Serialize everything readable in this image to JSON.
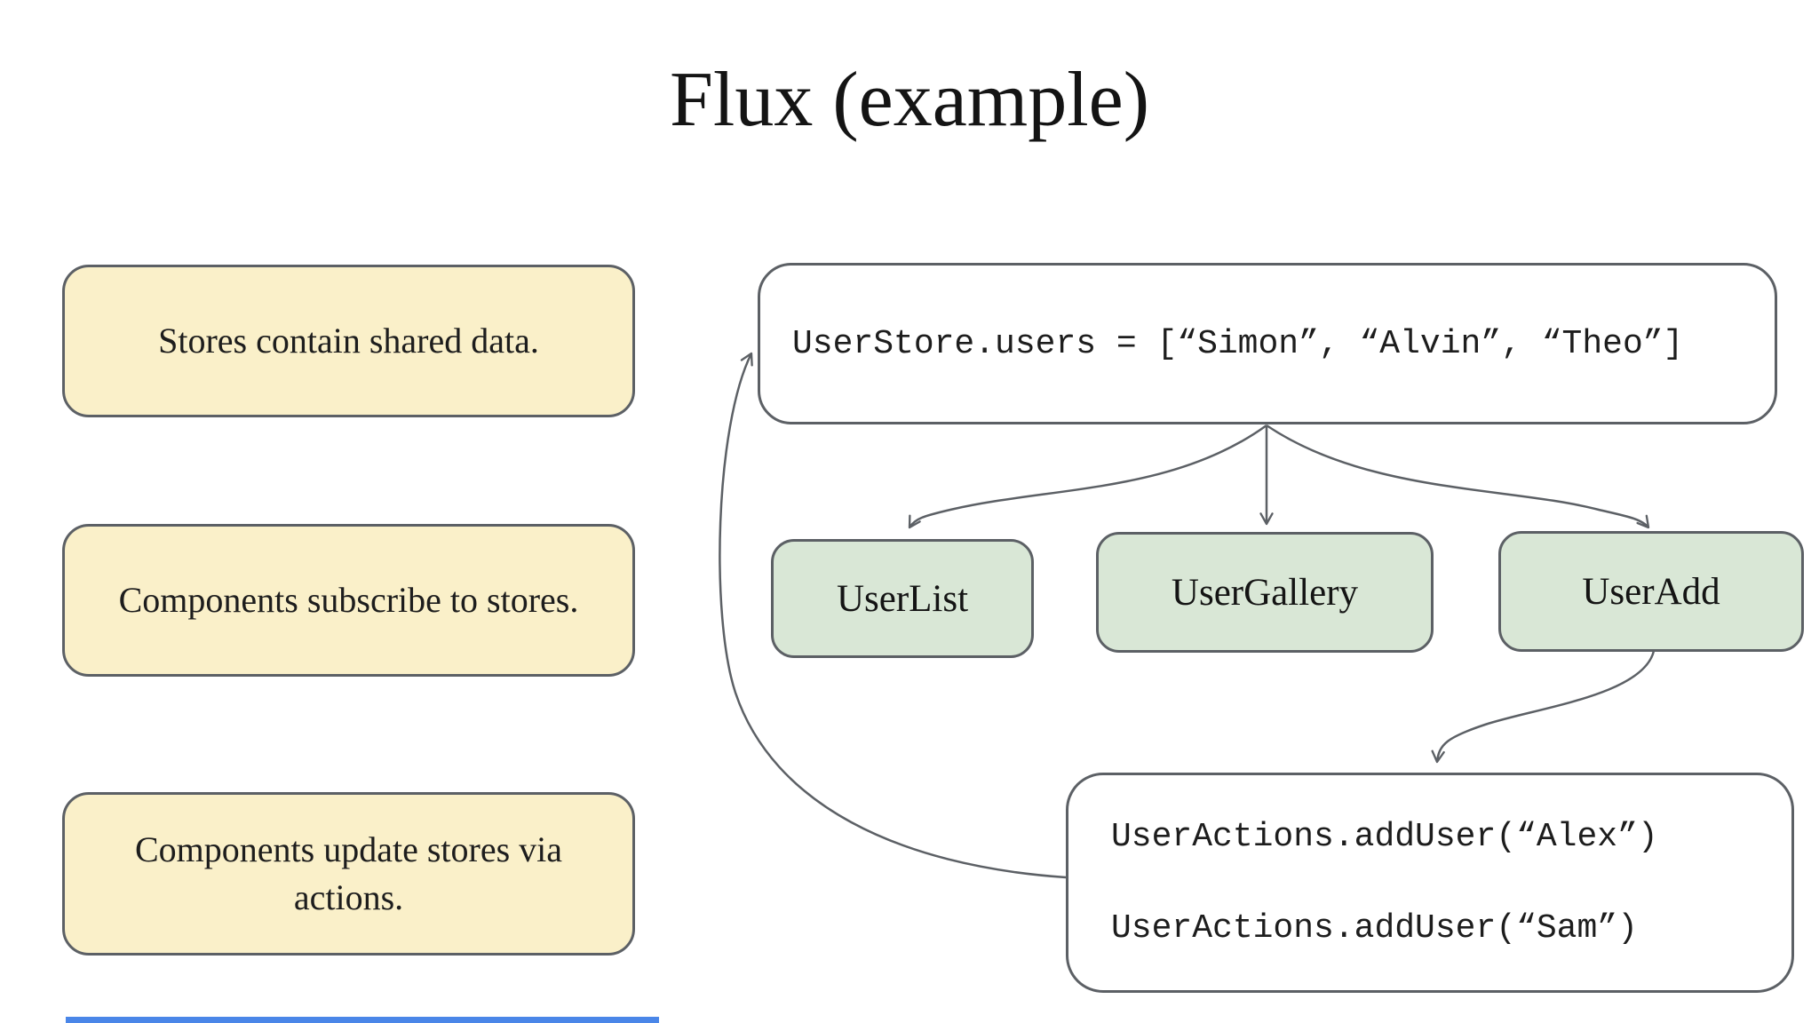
{
  "slide": {
    "title": "Flux (example)",
    "notes": [
      {
        "text": "Stores contain shared data."
      },
      {
        "text": "Components subscribe to stores."
      },
      {
        "text": "Components update stores via actions."
      }
    ],
    "store_box": {
      "code": "UserStore.users = [“Simon”, “Alvin”, “Theo”]"
    },
    "components": [
      {
        "label": "UserList"
      },
      {
        "label": "UserGallery"
      },
      {
        "label": "UserAdd"
      }
    ],
    "actions_box": {
      "lines": [
        "UserActions.addUser(“Alex”)",
        "UserActions.addUser(“Sam”)"
      ]
    },
    "colors": {
      "note_fill": "#faf0c9",
      "component_fill": "#d9e7d6",
      "box_border": "#5c6065",
      "arrow": "#5c6065",
      "accent_bar": "#4a86e8",
      "background": "#ffffff",
      "text": "#1d1d1d"
    }
  }
}
